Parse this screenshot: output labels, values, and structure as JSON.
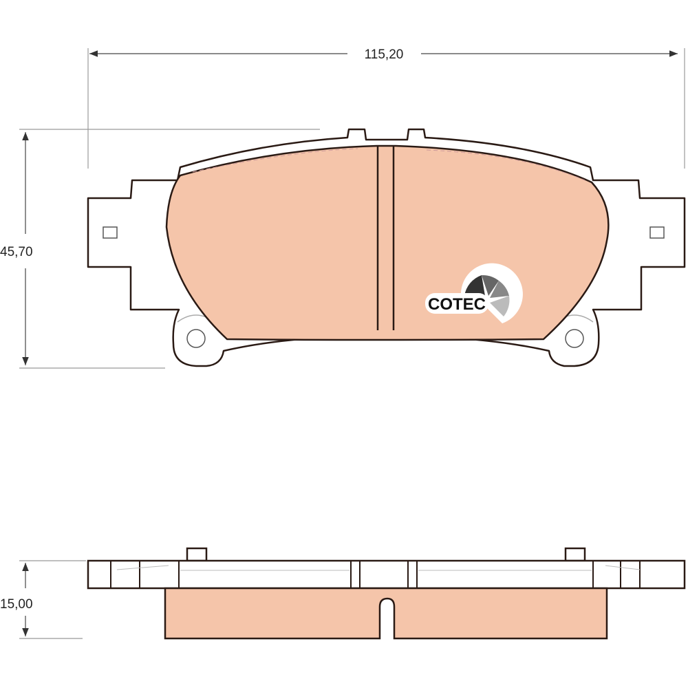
{
  "drawing": {
    "title": "Brake pad technical drawing",
    "dimensions": {
      "width": "115,20",
      "height": "45,70",
      "thickness": "15,00"
    },
    "logo": "COTEC",
    "colors": {
      "friction": "#f5c5aa",
      "outline": "#2a1a14",
      "dimension_line": "#333333"
    }
  }
}
